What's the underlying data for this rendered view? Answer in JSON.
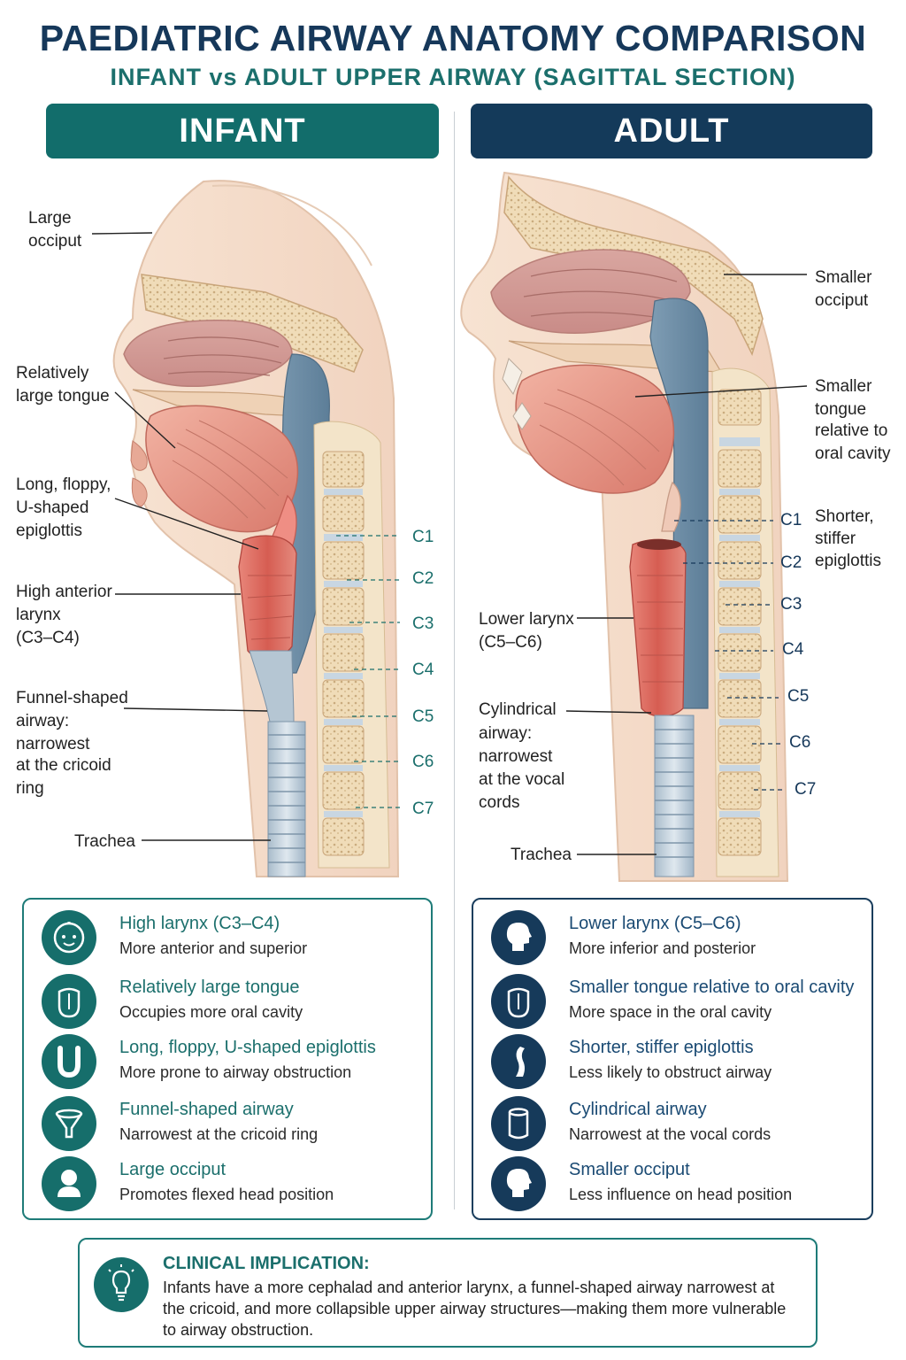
{
  "header": {
    "title": "PAEDIATRIC AIRWAY ANATOMY COMPARISON",
    "subtitle": "INFANT vs ADULT UPPER AIRWAY (SAGITTAL SECTION)"
  },
  "infant": {
    "heading": "INFANT",
    "labels": {
      "occiput": [
        "Large",
        "occiput"
      ],
      "tongue": [
        "Relatively",
        "large tongue"
      ],
      "epiglottis": [
        "Long, floppy,",
        "U-shaped",
        "epiglottis"
      ],
      "larynx": [
        "High anterior",
        "larynx",
        "(C3–C4)"
      ],
      "airway": [
        "Funnel-shaped",
        "airway:",
        "narrowest",
        "at the cricoid",
        "ring"
      ],
      "trachea": "Trachea"
    },
    "vertebrae": [
      "C1",
      "C2",
      "C3",
      "C4",
      "C5",
      "C6",
      "C7"
    ],
    "features": [
      {
        "icon": "baby-face-icon",
        "title": "High larynx (C3–C4)",
        "desc": "More anterior and superior"
      },
      {
        "icon": "tongue-icon",
        "title": "Relatively large tongue",
        "desc": "Occupies more oral cavity"
      },
      {
        "icon": "u-shape-icon",
        "title": "Long, floppy, U-shaped epiglottis",
        "desc": "More prone to airway obstruction"
      },
      {
        "icon": "funnel-icon",
        "title": "Funnel-shaped airway",
        "desc": "Narrowest at the cricoid ring"
      },
      {
        "icon": "baby-head-icon",
        "title": "Large occiput",
        "desc": "Promotes flexed head position"
      }
    ]
  },
  "adult": {
    "heading": "ADULT",
    "labels": {
      "occiput": [
        "Smaller",
        "occiput"
      ],
      "tongue": [
        "Smaller",
        "tongue",
        "relative to",
        "oral cavity"
      ],
      "epiglottis": [
        "Shorter,",
        "stiffer",
        "epiglottis"
      ],
      "larynx": [
        "Lower larynx",
        "(C5–C6)"
      ],
      "airway": [
        "Cylindrical",
        "airway:",
        "narrowest",
        "at the vocal",
        "cords"
      ],
      "trachea": "Trachea"
    },
    "vertebrae": [
      "C1",
      "C2",
      "C3",
      "C4",
      "C5",
      "C6",
      "C7"
    ],
    "features": [
      {
        "icon": "adult-head-icon",
        "title": "Lower larynx (C5–C6)",
        "desc": "More inferior and posterior"
      },
      {
        "icon": "tongue-icon",
        "title": "Smaller tongue relative to oral cavity",
        "desc": "More space in the oral cavity"
      },
      {
        "icon": "epiglottis-icon",
        "title": "Shorter, stiffer epiglottis",
        "desc": "Less likely to obstruct airway"
      },
      {
        "icon": "cylinder-icon",
        "title": "Cylindrical airway",
        "desc": "Narrowest at the vocal cords"
      },
      {
        "icon": "adult-head-icon",
        "title": "Smaller occiput",
        "desc": "Less influence on head position"
      }
    ]
  },
  "clinical": {
    "title": "CLINICAL IMPLICATION:",
    "body": "Infants have a more cephalad and anterior larynx, a funnel-shaped airway narrowest at the cricoid, and more collapsible upper airway structures—making them more vulnerable to airway obstruction.",
    "icon": "lightbulb-icon"
  },
  "colors": {
    "infant_accent": "#126d6b",
    "adult_accent": "#143a5a",
    "title_color": "#16385a"
  }
}
